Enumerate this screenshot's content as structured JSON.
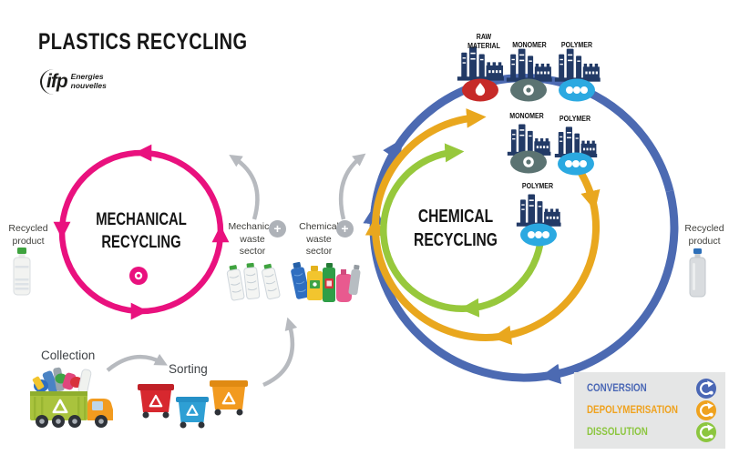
{
  "title": "PLASTICS RECYCLING",
  "logo": {
    "name": "ifp",
    "line1": "Energies",
    "line2": "nouvelles"
  },
  "icons": {
    "plus": "+"
  },
  "cycles": {
    "mechanical": {
      "label_line1": "MECHANICAL",
      "label_line2": "RECYCLING",
      "color": "#e9117e"
    },
    "chemical": {
      "label_line1": "CHEMICAL",
      "label_line2": "RECYCLING",
      "ring_colors": {
        "conversion": "#4c6ab2",
        "depolymerisation": "#e9a71e",
        "dissolution": "#97c83c"
      }
    }
  },
  "products": {
    "left": [
      "Recycled",
      "product"
    ],
    "right": [
      "Recycled",
      "product"
    ]
  },
  "waste_sectors": {
    "mechanical": [
      "Mechanical",
      "waste",
      "sector"
    ],
    "chemical": [
      "Chemical",
      "waste",
      "sector"
    ]
  },
  "steps": {
    "collection": "Collection",
    "sorting": "Sorting"
  },
  "factories": {
    "top": [
      {
        "lines": [
          "RAW",
          "MATERIAL"
        ],
        "product_icon": "oil-drop"
      },
      {
        "lines": [
          "MONOMER"
        ],
        "product_icon": "monomer-ring"
      },
      {
        "lines": [
          "POLYMER"
        ],
        "product_icon": "polymer-chain"
      }
    ],
    "middle": [
      {
        "lines": [
          "MONOMER"
        ],
        "product_icon": "monomer-ring"
      },
      {
        "lines": [
          "POLYMER"
        ],
        "product_icon": "polymer-chain"
      }
    ],
    "inner": [
      {
        "lines": [
          "POLYMER"
        ],
        "product_icon": "polymer-chain"
      }
    ]
  },
  "legend": {
    "items": [
      {
        "label": "CONVERSION",
        "color": "#4a67b5"
      },
      {
        "label": "DEPOLYMERISATION",
        "color": "#efa21e"
      },
      {
        "label": "DISSOLUTION",
        "color": "#8cc63f"
      }
    ]
  }
}
